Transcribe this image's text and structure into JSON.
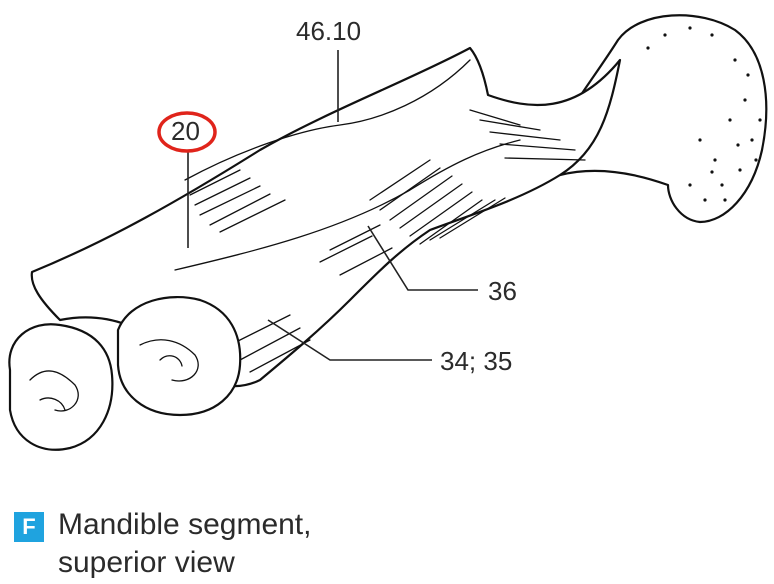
{
  "labels": {
    "top": "46.10",
    "circled": "20",
    "right_upper": "36",
    "right_lower": "34; 35"
  },
  "highlight_color": "#e0241b",
  "caption": {
    "badge": "F",
    "badge_color": "#1fa3df",
    "line1": "Mandible segment,",
    "line2": "superior view"
  }
}
